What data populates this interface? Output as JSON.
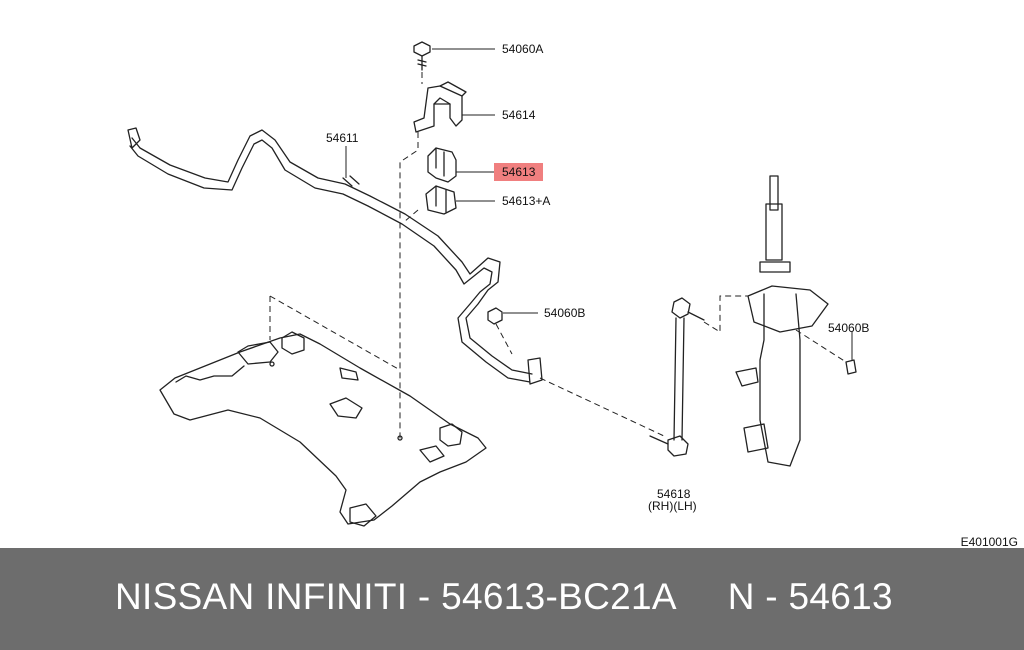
{
  "callouts": {
    "bolt_top": "54060A",
    "clamp": "54614",
    "bar": "54611",
    "bushing": "54613",
    "bushing_a": "54613+A",
    "nut_center": "54060B",
    "nut_right": "54060B",
    "link_num": "54618",
    "link_side": "(RH)(LH)"
  },
  "ref_code": "E401001G",
  "footer": {
    "brand": "NISSAN INFINITI",
    "sep": " - ",
    "part_number": "54613-BC21A",
    "gap": "     ",
    "short": "N - 54613"
  },
  "colors": {
    "highlight": "#f07f7f",
    "footer_bg": "#6d6d6d",
    "footer_text": "#ffffff"
  }
}
